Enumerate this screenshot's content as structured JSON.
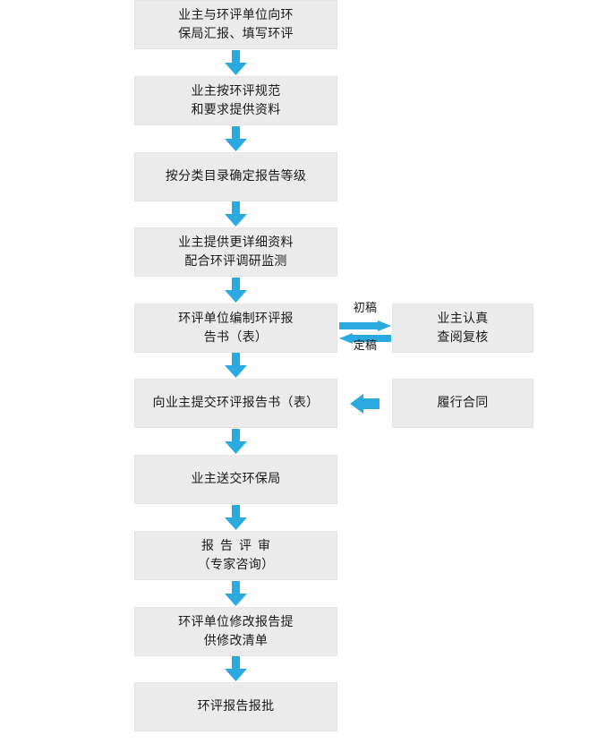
{
  "diagram": {
    "title": "环评流程图",
    "colors": {
      "node_fill": "#ebebeb",
      "node_border": "#e2e2e2",
      "arrow": "#29ABE2",
      "text": "#1a1a1a"
    },
    "main_nodes": [
      {
        "id": "n1",
        "text": "业主与环评单位向环\n保局汇报、填写环评"
      },
      {
        "id": "n2",
        "text": "业主按环评规范\n和要求提供资料"
      },
      {
        "id": "n3",
        "text": "按分类目录确定报告等级"
      },
      {
        "id": "n4",
        "text": "业主提供更详细资料\n配合环评调研监测"
      },
      {
        "id": "n5",
        "text": "环评单位编制环评报\n告书（表）"
      },
      {
        "id": "n6",
        "text": "向业主提交环评报告书（表）"
      },
      {
        "id": "n7",
        "text": "业主送交环保局"
      },
      {
        "id": "n8",
        "line1": "报告评审",
        "line2": "（专家咨询）"
      },
      {
        "id": "n9",
        "text": "环评单位修改报告提\n供修改清单"
      },
      {
        "id": "n10",
        "text": "环评报告报批"
      }
    ],
    "side_nodes": [
      {
        "id": "s1",
        "text": "业主认真\n查阅复核"
      },
      {
        "id": "s2",
        "text": "履行合同"
      }
    ],
    "edge_labels": {
      "forward": "初稿",
      "backward": "定稿"
    }
  }
}
